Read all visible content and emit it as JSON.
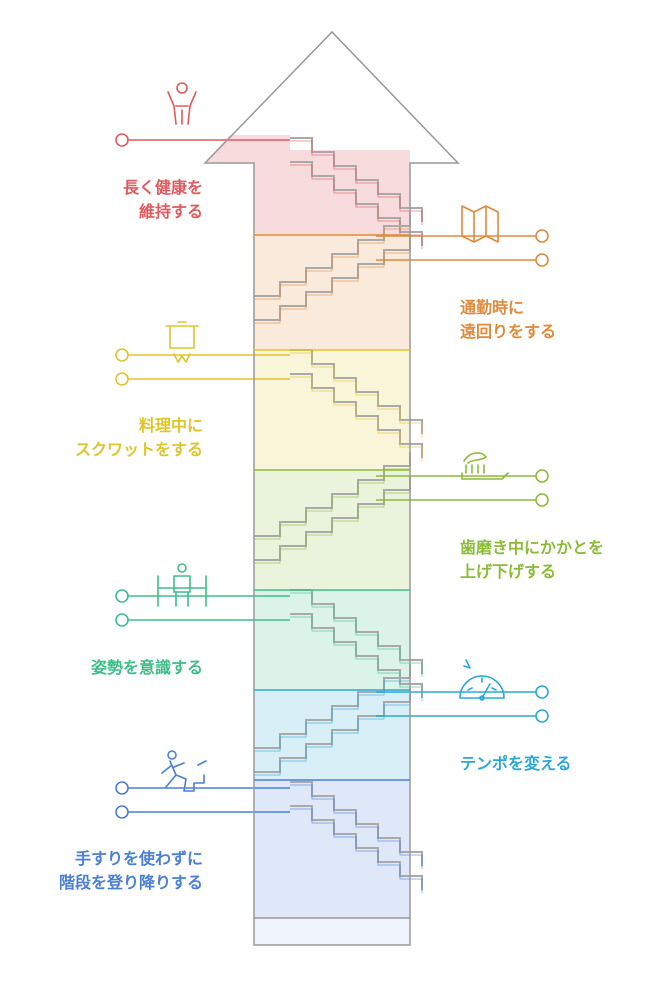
{
  "colors": {
    "red": "#e05a5e",
    "orange": "#e08a3a",
    "yellow": "#e0c52a",
    "green": "#8cbb3a",
    "teal": "#3cbf88",
    "cyan": "#2aa8d8",
    "blue": "#4a7fd6",
    "outline": "#999999"
  },
  "steps": [
    {
      "id": "live-long",
      "lines": [
        "長く健康を",
        "維持する"
      ],
      "icon": "person-arms-up-icon",
      "color": "#e05a5e"
    },
    {
      "id": "detour-commute",
      "lines": [
        "通勤時に",
        "遠回りをする"
      ],
      "icon": "folded-map-icon",
      "color": "#e08a3a"
    },
    {
      "id": "squat-cooking",
      "lines": [
        "料理中に",
        "スクワットをする"
      ],
      "icon": "cooking-pot-icon",
      "color": "#e0c52a"
    },
    {
      "id": "heel-raise",
      "lines": [
        "歯磨き中にかかとを",
        "上げ下げする"
      ],
      "icon": "toothbrush-icon",
      "color": "#8cbb3a"
    },
    {
      "id": "posture",
      "lines": [
        "姿勢を意識する"
      ],
      "icon": "person-posture-icon",
      "color": "#3cbf88"
    },
    {
      "id": "tempo",
      "lines": [
        "テンポを変える"
      ],
      "icon": "speedometer-icon",
      "color": "#2aa8d8"
    },
    {
      "id": "stairs",
      "lines": [
        "手すりを使わずに",
        "階段を登り降りする"
      ],
      "icon": "person-climbing-stairs-icon",
      "color": "#4a7fd6"
    }
  ]
}
